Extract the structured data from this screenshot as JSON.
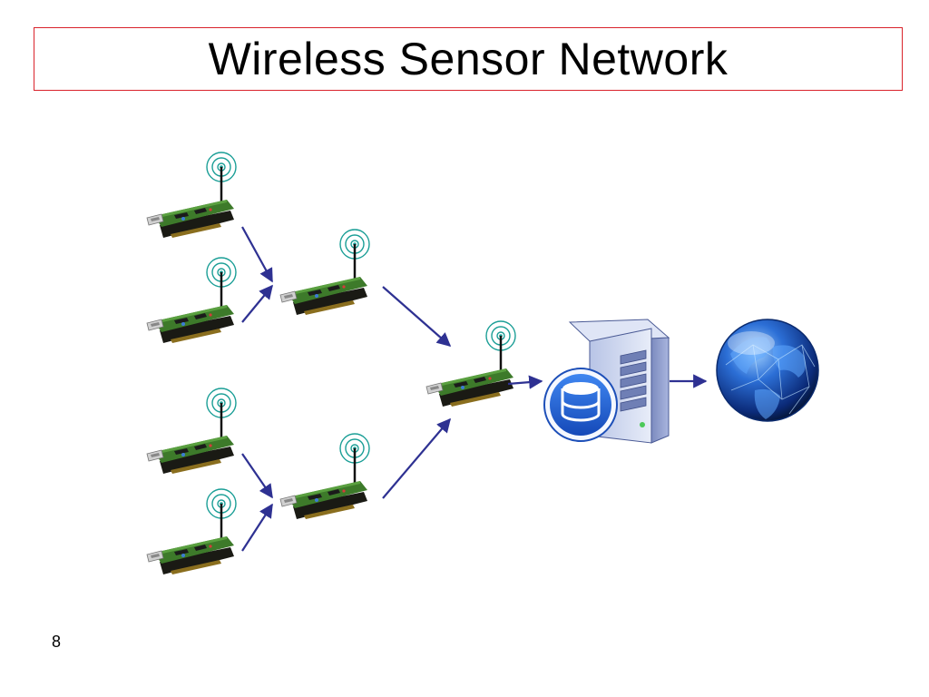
{
  "slide": {
    "title": "Wireless Sensor Network",
    "page_number": "8"
  },
  "diagram": {
    "sensor_nodes": [
      {
        "id": "leaf-1",
        "role": "leaf sensor node"
      },
      {
        "id": "leaf-2",
        "role": "leaf sensor node"
      },
      {
        "id": "leaf-3",
        "role": "leaf sensor node"
      },
      {
        "id": "leaf-4",
        "role": "leaf sensor node"
      },
      {
        "id": "relay-top",
        "role": "relay node"
      },
      {
        "id": "relay-bottom",
        "role": "relay node"
      },
      {
        "id": "sink",
        "role": "sink node"
      }
    ],
    "server": {
      "icon": "database-server-icon"
    },
    "internet": {
      "icon": "globe-icon"
    },
    "links": [
      {
        "from": "leaf-1",
        "to": "relay-top"
      },
      {
        "from": "leaf-2",
        "to": "relay-top"
      },
      {
        "from": "leaf-3",
        "to": "relay-bottom"
      },
      {
        "from": "leaf-4",
        "to": "relay-bottom"
      },
      {
        "from": "relay-top",
        "to": "sink"
      },
      {
        "from": "relay-bottom",
        "to": "sink"
      },
      {
        "from": "sink",
        "to": "server"
      },
      {
        "from": "server",
        "to": "internet"
      }
    ],
    "colors": {
      "title_border": "#d9232b",
      "arrow": "#2e3192",
      "antenna_rings": "#1a9e96",
      "pcb_green": "#3d7a2a",
      "globe_blue": "#1d4fb8"
    }
  }
}
